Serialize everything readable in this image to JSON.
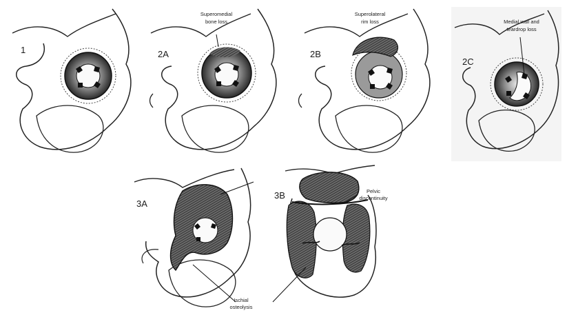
{
  "panels": [
    {
      "type_label": "1",
      "annotation": []
    },
    {
      "type_label": "2A",
      "annotation": [
        "Superomedial",
        "bone loss"
      ]
    },
    {
      "type_label": "2B",
      "annotation": [
        "Superolateral",
        "rim loss"
      ]
    },
    {
      "type_label": "2C",
      "annotation": [
        "Medial wall and",
        "teardrop loss"
      ]
    },
    {
      "type_label": "3A",
      "annotation": [
        "Ischial",
        "osteolysis"
      ]
    },
    {
      "type_label": "3B",
      "annotation": [
        "Pelvic",
        "discontinuity"
      ]
    }
  ]
}
